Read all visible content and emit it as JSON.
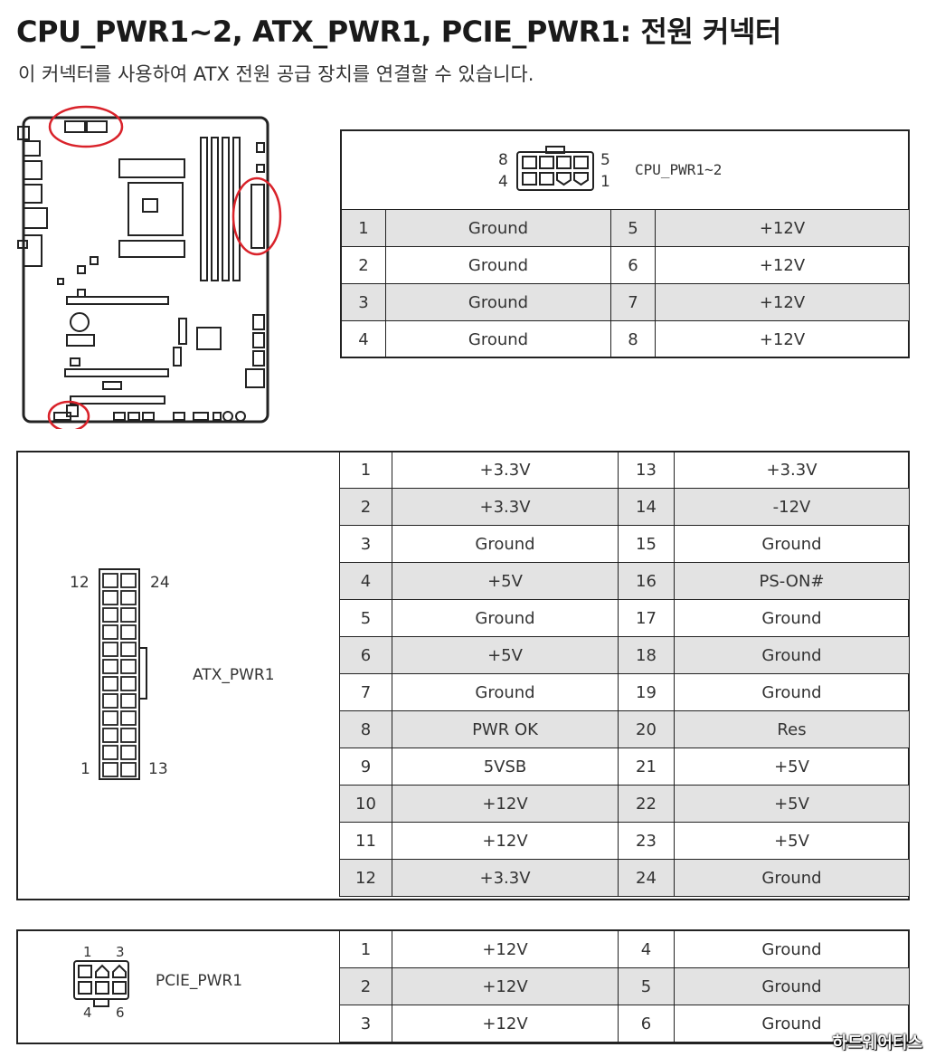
{
  "title": "CPU_PWR1~2, ATX_PWR1, PCIE_PWR1: 전원 커넥터",
  "subtitle": "이 커넥터를 사용하여 ATX 전원 공급 장치를 연결할 수 있습니다.",
  "cpu": {
    "name": "CPU_PWR1~2",
    "pin_top_left": "8",
    "pin_top_right": "5",
    "pin_bottom_left": "4",
    "pin_bottom_right": "1",
    "rows": [
      {
        "p1": "1",
        "s1": "Ground",
        "p2": "5",
        "s2": "+12V"
      },
      {
        "p1": "2",
        "s1": "Ground",
        "p2": "6",
        "s2": "+12V"
      },
      {
        "p1": "3",
        "s1": "Ground",
        "p2": "7",
        "s2": "+12V"
      },
      {
        "p1": "4",
        "s1": "Ground",
        "p2": "8",
        "s2": "+12V"
      }
    ]
  },
  "atx": {
    "name": "ATX_PWR1",
    "pin_top_left": "12",
    "pin_top_right": "24",
    "pin_bottom_left": "1",
    "pin_bottom_right": "13",
    "rows": [
      {
        "p1": "1",
        "s1": "+3.3V",
        "p2": "13",
        "s2": "+3.3V"
      },
      {
        "p1": "2",
        "s1": "+3.3V",
        "p2": "14",
        "s2": "-12V"
      },
      {
        "p1": "3",
        "s1": "Ground",
        "p2": "15",
        "s2": "Ground"
      },
      {
        "p1": "4",
        "s1": "+5V",
        "p2": "16",
        "s2": "PS-ON#"
      },
      {
        "p1": "5",
        "s1": "Ground",
        "p2": "17",
        "s2": "Ground"
      },
      {
        "p1": "6",
        "s1": "+5V",
        "p2": "18",
        "s2": "Ground"
      },
      {
        "p1": "7",
        "s1": "Ground",
        "p2": "19",
        "s2": "Ground"
      },
      {
        "p1": "8",
        "s1": "PWR OK",
        "p2": "20",
        "s2": "Res"
      },
      {
        "p1": "9",
        "s1": "5VSB",
        "p2": "21",
        "s2": "+5V"
      },
      {
        "p1": "10",
        "s1": "+12V",
        "p2": "22",
        "s2": "+5V"
      },
      {
        "p1": "11",
        "s1": "+12V",
        "p2": "23",
        "s2": "+5V"
      },
      {
        "p1": "12",
        "s1": "+3.3V",
        "p2": "24",
        "s2": "Ground"
      }
    ]
  },
  "pcie": {
    "name": "PCIE_PWR1",
    "pin_top_left": "1",
    "pin_top_right": "3",
    "pin_bottom_left": "4",
    "pin_bottom_right": "6",
    "rows": [
      {
        "p1": "1",
        "s1": "+12V",
        "p2": "4",
        "s2": "Ground"
      },
      {
        "p1": "2",
        "s1": "+12V",
        "p2": "5",
        "s2": "Ground"
      },
      {
        "p1": "3",
        "s1": "+12V",
        "p2": "6",
        "s2": "Ground"
      }
    ]
  },
  "watermark": "하드웨어티스"
}
